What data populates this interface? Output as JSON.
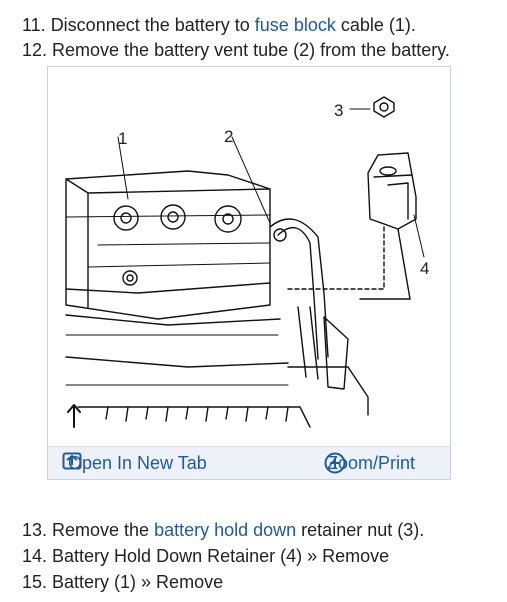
{
  "steps_top": [
    {
      "pre": "11. Disconnect the battery to ",
      "link": "fuse block",
      "post": " cable (1)."
    },
    {
      "pre": "12. Remove the battery vent tube (2) from the battery.",
      "link": "",
      "post": ""
    }
  ],
  "figure": {
    "callouts": {
      "c1": "1",
      "c2": "2",
      "c3": "3",
      "c4": "4"
    },
    "footer": {
      "open_tab_label": "Open In New Tab",
      "zoom_print_label": "Zoom/Print"
    }
  },
  "steps_bottom": [
    {
      "pre": "13. Remove the ",
      "link": "battery hold down",
      "post": " retainer nut (3)."
    },
    {
      "pre": "14. Battery Hold Down Retainer (4) » Remove",
      "link": "",
      "post": ""
    },
    {
      "pre": "15. Battery (1) » Remove",
      "link": "",
      "post": ""
    }
  ],
  "colors": {
    "link": "#1e5a9e",
    "footer_bg": "#eef2f8",
    "border": "#c9d4e2"
  },
  "icons": [
    "open-in-new-tab-icon",
    "zoom-plus-icon",
    "up-arrow-icon"
  ]
}
